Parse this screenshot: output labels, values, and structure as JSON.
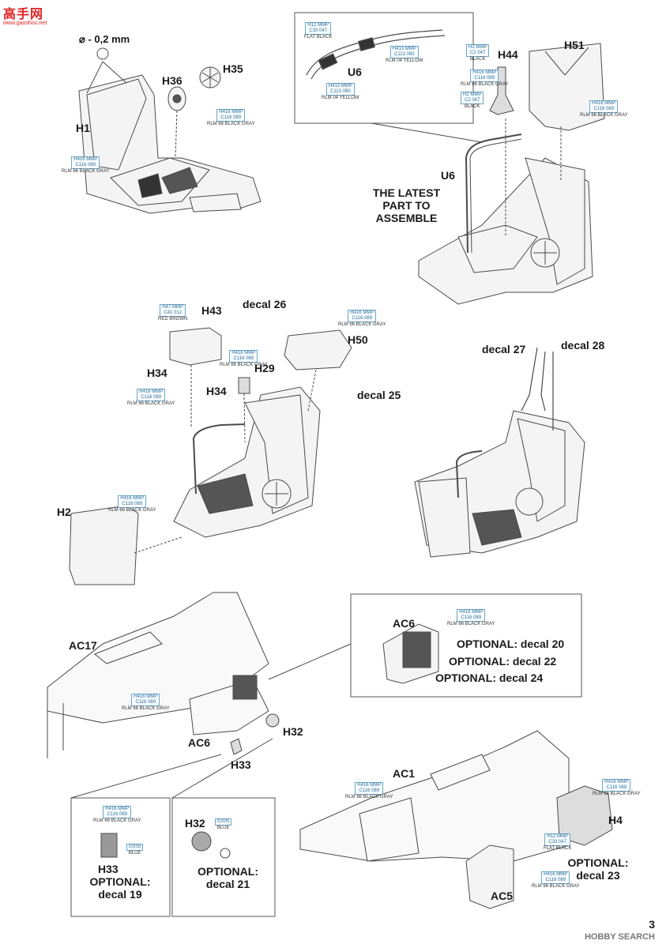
{
  "watermark_logo": {
    "text": "高手网",
    "url": "www.gaoshou.net"
  },
  "site_watermark": "HOBBY SEARCH",
  "page_number": "3",
  "drill": {
    "label": "⌀ - 0,2 mm"
  },
  "parts": {
    "h1": "H1",
    "h35": "H35",
    "h36": "H36",
    "u6_top": "U6",
    "u6": "U6",
    "h44": "H44",
    "h51": "H51",
    "h43": "H43",
    "h50": "H50",
    "h29": "H29",
    "h34a": "H34",
    "h34b": "H34",
    "h2": "H2",
    "ac17": "AC17",
    "ac6": "AC6",
    "ac6_inset": "AC6",
    "h32": "H32",
    "h33": "H33",
    "h33_inset": "H33",
    "h32_inset": "H32",
    "ac1": "AC1",
    "h4": "H4",
    "ac5": "AC5"
  },
  "notes": {
    "latest_part": "THE LATEST PART TO ASSEMBLE",
    "decal26": "decal 26",
    "decal25": "decal 25",
    "decal27": "decal 27",
    "decal28": "decal 28",
    "opt20": "OPTIONAL: decal 20",
    "opt22": "OPTIONAL: decal 22",
    "opt24": "OPTIONAL: decal 24",
    "opt19": "OPTIONAL: decal 19",
    "opt21": "OPTIONAL: decal 21",
    "opt23": "OPTIONAL: decal 23"
  },
  "paints": {
    "rlm66": {
      "c1": "H416 MMP",
      "c2": "C116 089",
      "name": "RLM 66 BLACK GRAY"
    },
    "flat_black": {
      "c1": "H12 MMP",
      "c2": "C33 047",
      "name": "FLAT BLACK"
    },
    "rlm04": {
      "c1": "H413 MMP",
      "c2": "C113 090",
      "name": "RLM 04 YELLOW"
    },
    "black": {
      "c1": "H2 MMP",
      "c2": "C2 047",
      "name": "BLACK"
    },
    "red_brown": {
      "c1": "H47 MMP",
      "c2": "C41 012",
      "name": "RED BROWN"
    },
    "blue": {
      "c1": "GX05",
      "name": "BLUE"
    }
  },
  "colors": {
    "line": "#4a4a4a",
    "part_fill": "#f4f4f4",
    "paint_border": "#6aa8c8",
    "paint_text": "#2a6f9a",
    "logo_red": "#d22222"
  }
}
